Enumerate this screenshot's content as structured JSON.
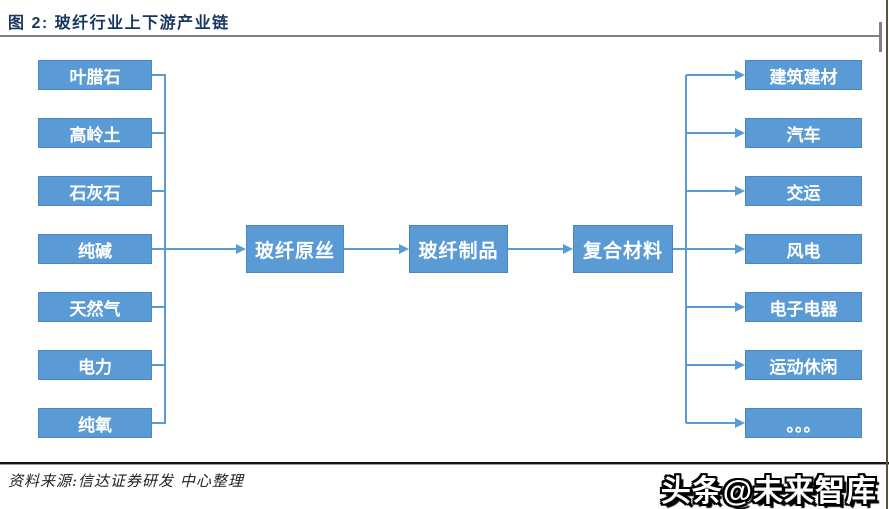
{
  "figure": {
    "title": "图 2: 玻纤行业上下游产业链",
    "source": "资料来源:信达证券研发 中心整理",
    "watermark": "头条@未来智库"
  },
  "colors": {
    "node_fill": "#5B9BD5",
    "node_border": "#4A86C5",
    "node_text": "#FFFFFF",
    "connector": "#5B9BD5",
    "title_text": "#17375E",
    "title_rule": "#7F7F7F",
    "source_rule": "#151515",
    "page_edge_line": "#5D512C"
  },
  "diagram": {
    "upstream": [
      "叶腊石",
      "高岭土",
      "石灰石",
      "纯碱",
      "天然气",
      "电力",
      "纯氧"
    ],
    "chain": [
      "玻纤原丝",
      "玻纤制品",
      "复合材料"
    ],
    "downstream": [
      "建筑建材",
      "汽车",
      "交运",
      "风电",
      "电子电器",
      "运动休闲",
      "。。。"
    ],
    "flow": "upstream → 玻纤原丝 → 玻纤制品 → 复合材料 → downstream"
  }
}
